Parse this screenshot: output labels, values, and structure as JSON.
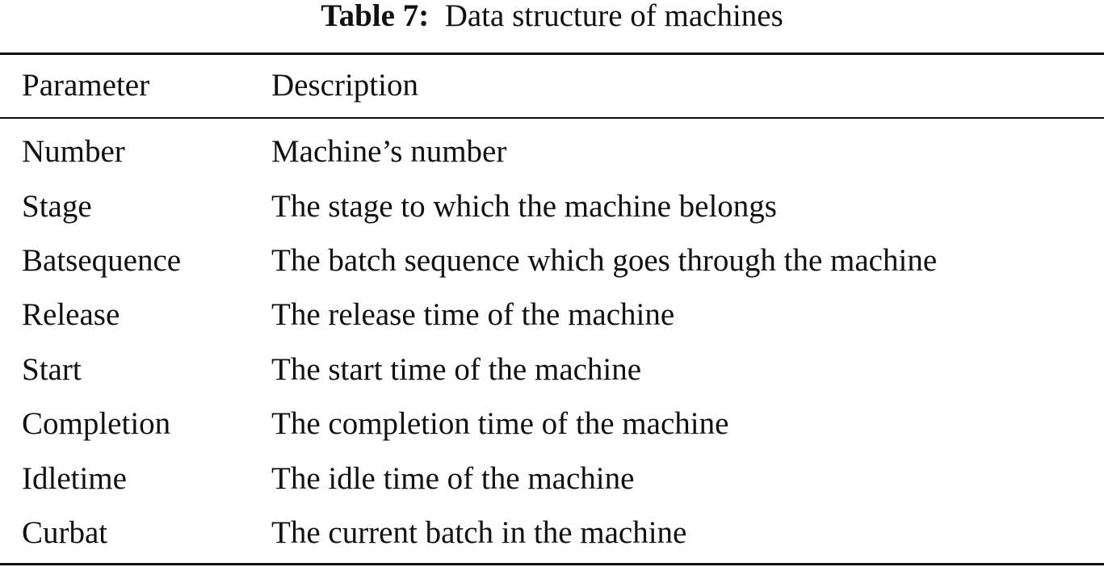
{
  "caption": {
    "label": "Table 7:",
    "text": "Data structure of machines"
  },
  "table": {
    "headers": {
      "parameter": "Parameter",
      "description": "Description"
    },
    "rows": [
      {
        "parameter": "Number",
        "description": "Machine’s number"
      },
      {
        "parameter": "Stage",
        "description": "The stage to which the machine belongs"
      },
      {
        "parameter": "Batsequence",
        "description": "The batch sequence which goes through the machine"
      },
      {
        "parameter": "Release",
        "description": "The release time of the machine"
      },
      {
        "parameter": "Start",
        "description": "The start time of the machine"
      },
      {
        "parameter": "Completion",
        "description": "The completion time of the machine"
      },
      {
        "parameter": "Idletime",
        "description": "The idle time of the machine"
      },
      {
        "parameter": "Curbat",
        "description": "The current batch in the machine"
      }
    ]
  }
}
